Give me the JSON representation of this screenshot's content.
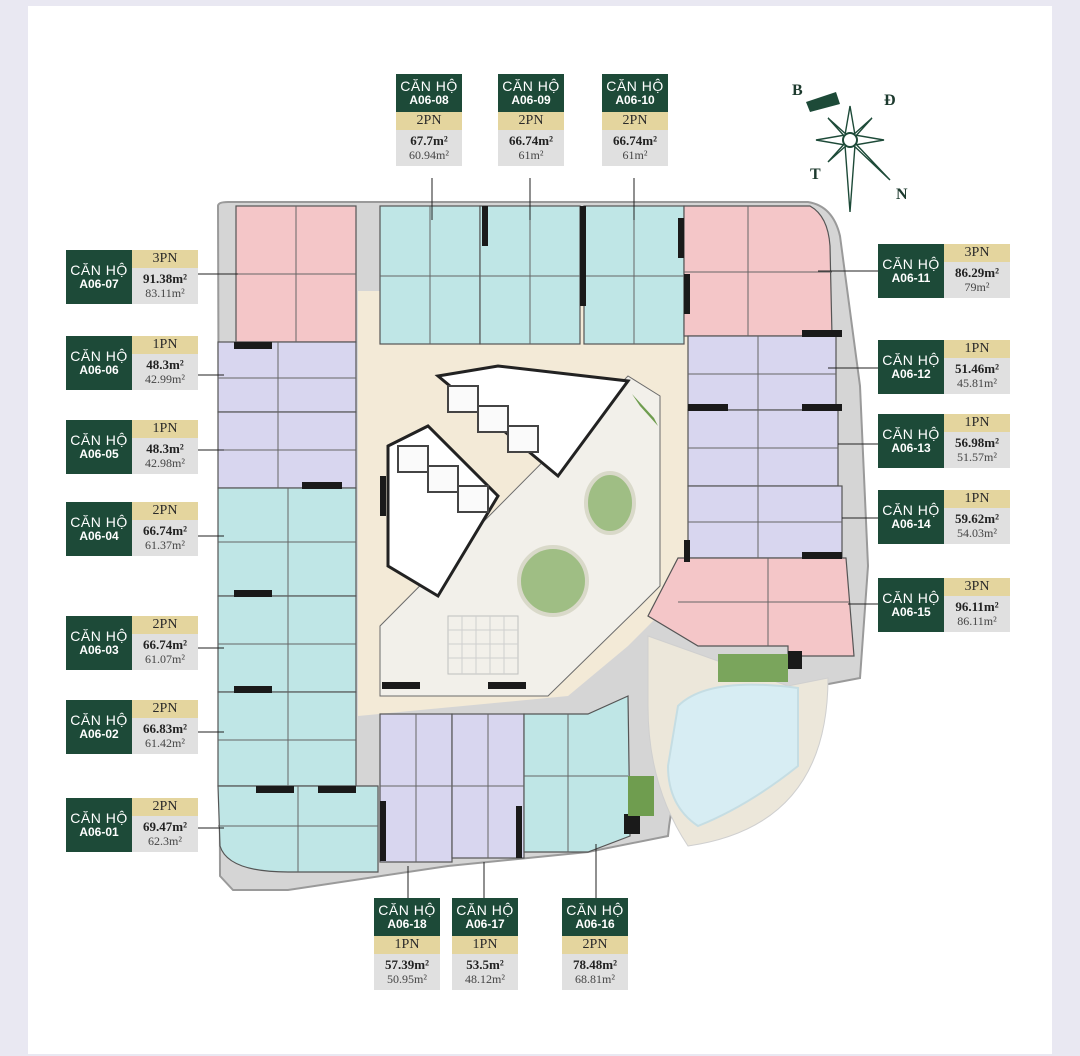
{
  "colors": {
    "header_bg": "#1d4a38",
    "type_bg": "#e4d59e",
    "area_bg": "#e0e0e0",
    "unit_1pn": "#d8d6ef",
    "unit_2pn": "#bfe6e6",
    "unit_3pn": "#f4c6c8",
    "corridor": "#f3ead7",
    "courtyard": "#f2f0ea",
    "garden": "#9fbe84"
  },
  "compass": {
    "b": "B",
    "d": "Đ",
    "t": "T",
    "n": "N"
  },
  "units": [
    {
      "id": "a06-01",
      "title": "CĂN HỘ",
      "code": "A06-01",
      "type": "2PN",
      "area_total": "69.47m²",
      "area_net": "62.3m²"
    },
    {
      "id": "a06-02",
      "title": "CĂN HỘ",
      "code": "A06-02",
      "type": "2PN",
      "area_total": "66.83m²",
      "area_net": "61.42m²"
    },
    {
      "id": "a06-03",
      "title": "CĂN HỘ",
      "code": "A06-03",
      "type": "2PN",
      "area_total": "66.74m²",
      "area_net": "61.07m²"
    },
    {
      "id": "a06-04",
      "title": "CĂN HỘ",
      "code": "A06-04",
      "type": "2PN",
      "area_total": "66.74m²",
      "area_net": "61.37m²"
    },
    {
      "id": "a06-05",
      "title": "CĂN HỘ",
      "code": "A06-05",
      "type": "1PN",
      "area_total": "48.3m²",
      "area_net": "42.98m²"
    },
    {
      "id": "a06-06",
      "title": "CĂN HỘ",
      "code": "A06-06",
      "type": "1PN",
      "area_total": "48.3m²",
      "area_net": "42.99m²"
    },
    {
      "id": "a06-07",
      "title": "CĂN HỘ",
      "code": "A06-07",
      "type": "3PN",
      "area_total": "91.38m²",
      "area_net": "83.11m²"
    },
    {
      "id": "a06-08",
      "title": "CĂN HỘ",
      "code": "A06-08",
      "type": "2PN",
      "area_total": "67.7m²",
      "area_net": "60.94m²"
    },
    {
      "id": "a06-09",
      "title": "CĂN HỘ",
      "code": "A06-09",
      "type": "2PN",
      "area_total": "66.74m²",
      "area_net": "61m²"
    },
    {
      "id": "a06-10",
      "title": "CĂN HỘ",
      "code": "A06-10",
      "type": "2PN",
      "area_total": "66.74m²",
      "area_net": "61m²"
    },
    {
      "id": "a06-11",
      "title": "CĂN HỘ",
      "code": "A06-11",
      "type": "3PN",
      "area_total": "86.29m²",
      "area_net": "79m²"
    },
    {
      "id": "a06-12",
      "title": "CĂN HỘ",
      "code": "A06-12",
      "type": "1PN",
      "area_total": "51.46m²",
      "area_net": "45.81m²"
    },
    {
      "id": "a06-13",
      "title": "CĂN HỘ",
      "code": "A06-13",
      "type": "1PN",
      "area_total": "56.98m²",
      "area_net": "51.57m²"
    },
    {
      "id": "a06-14",
      "title": "CĂN HỘ",
      "code": "A06-14",
      "type": "1PN",
      "area_total": "59.62m²",
      "area_net": "54.03m²"
    },
    {
      "id": "a06-15",
      "title": "CĂN HỘ",
      "code": "A06-15",
      "type": "3PN",
      "area_total": "96.11m²",
      "area_net": "86.11m²"
    },
    {
      "id": "a06-16",
      "title": "CĂN HỘ",
      "code": "A06-16",
      "type": "2PN",
      "area_total": "78.48m²",
      "area_net": "68.81m²"
    },
    {
      "id": "a06-17",
      "title": "CĂN HỘ",
      "code": "A06-17",
      "type": "1PN",
      "area_total": "53.5m²",
      "area_net": "48.12m²"
    },
    {
      "id": "a06-18",
      "title": "CĂN HỘ",
      "code": "A06-18",
      "type": "1PN",
      "area_total": "57.39m²",
      "area_net": "50.95m²"
    }
  ]
}
